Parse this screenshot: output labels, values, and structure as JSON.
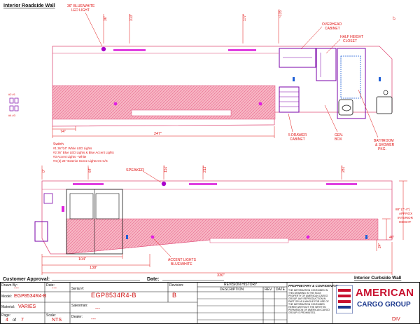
{
  "titles": {
    "roadside": "Interior Roadside Wall",
    "curbside": "Interior Curbside Wall"
  },
  "roadside_dims": {
    "d1": "36\"",
    "d2": "313\"",
    "d3": "177\"",
    "d4": "~135\"",
    "d5": "0\"",
    "d6": "74\"",
    "d7": "247\""
  },
  "roadside_labels": {
    "led": [
      "36\" BLUE/WHITE",
      "LED LIGHT"
    ],
    "overhead": [
      "OVERHEAD",
      "CABINET"
    ],
    "half": [
      "HALF HEIGHT",
      "CLOSET"
    ],
    "drawer": [
      "5 DRAWER",
      "CABINET"
    ],
    "gen": [
      "GEN.",
      "BOX"
    ],
    "bath": [
      "BATHROOM",
      "& SHOWER",
      "PKG."
    ]
  },
  "switch_legend": {
    "title": "Switch",
    "lines": [
      "#1 36\"/24\" White LED Lights",
      "#2 36\" Blue LED Lights & Blue Accent Lights",
      "#3 Accent Lights - White",
      "#4 (2) 24\" Exterior Scene Lights On C/S"
    ],
    "top_label": "#2 #1",
    "bot_label": "#4 #3"
  },
  "curbside_dims": {
    "c0": "0\"",
    "c1": "64\"",
    "c2": "151\"",
    "c3": "213\"",
    "c4": "281\"",
    "c5": "104\"",
    "c6": "138\"",
    "c7": "330\"",
    "h1": "40\"",
    "h2": "24\"",
    "height": [
      "88\" (7'-4\")",
      "APPROX",
      "INTERIOR",
      "HEIGHT"
    ]
  },
  "curbside_labels": {
    "speaker": "SPEAKER",
    "accent": [
      "ACCENT LIGHTS",
      "BLUE/WHITE"
    ]
  },
  "approval": {
    "customer": "Customer Approval:",
    "date": "Date:"
  },
  "title_block": {
    "drawn_by_label": "Drawn By:",
    "drawn_by": "---",
    "date_label": "Date:",
    "date": "---",
    "serial_label": "Serial #:",
    "serial": "EGP8534R4-B",
    "revision_label": "Revision:",
    "revision": "B",
    "model_label": "Model:",
    "model": "EGP8534R4-B",
    "material_label": "Material:",
    "material": "VARIES",
    "salesman_label": "Salesman:",
    "salesman": "---",
    "page_label": "Page:",
    "page_num": "4",
    "page_of": "of",
    "page_total": "7",
    "scale_label": "Scale:",
    "scale": "NTS",
    "dealer_label": "Dealer:",
    "dealer": "---",
    "rev_history": "REVISION HISTORY",
    "description": "DESCRIPTION",
    "rev": "REV",
    "rev_date": "DATE",
    "proprietary": "PROPRIETARY & CONFIDENTIAL",
    "proprietary_text": "THE INFORMATION CONTAINED IN THIS DRAWING IS THE SOLE PROPERTY OF AMERICAN CARGO GROUP. ANY REPRODUCTION IN PART OR AS A WHOLE FOR USE OF THE INFORMATION CONTAINED HEREIN WITHOUT THE WRITTEN PERMISSION OF AMERICAN CARGO GROUP IS PROHIBITED.",
    "logo_line1": "AMERICAN",
    "logo_line2": "CARGO GROUP",
    "div": "DIV"
  },
  "colors": {
    "wall": "#f4a8b8",
    "wall_line": "#e0507a",
    "red": "#e01010",
    "magenta": "#cc00cc",
    "purple": "#7a00a8",
    "blue": "#1f5fd6",
    "logo_red": "#c8102e",
    "logo_blue": "#1d3a8f"
  }
}
